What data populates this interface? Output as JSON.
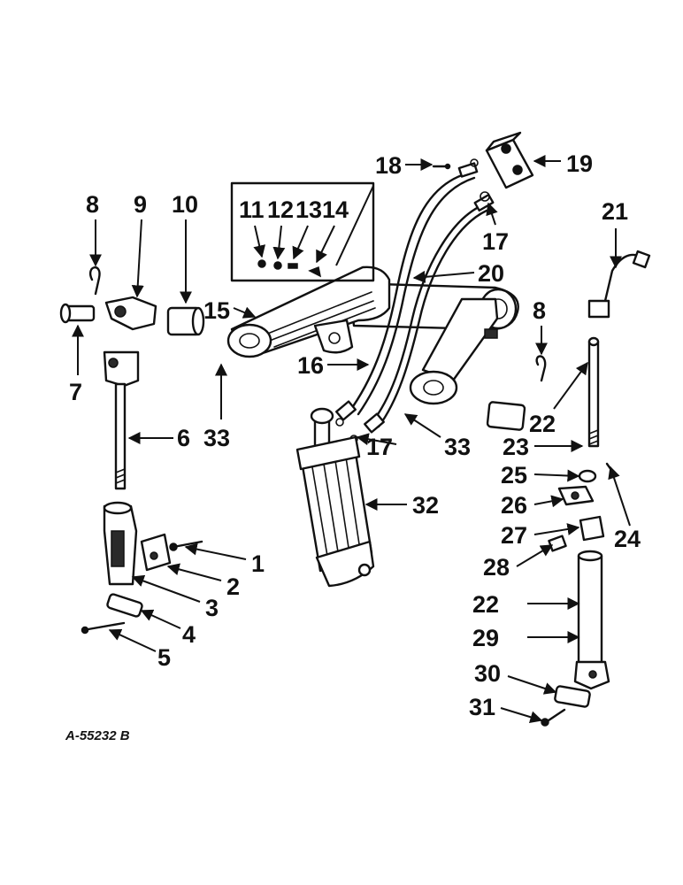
{
  "figure_code": "A-55232 B",
  "callouts": [
    "1",
    "2",
    "3",
    "4",
    "5",
    "6",
    "7",
    "8",
    "8",
    "9",
    "10",
    "11",
    "12",
    "13",
    "14",
    "15",
    "16",
    "17",
    "17",
    "18",
    "19",
    "20",
    "21",
    "22",
    "22",
    "22",
    "23",
    "24",
    "25",
    "26",
    "27",
    "28",
    "29",
    "30",
    "31",
    "32",
    "33",
    "33"
  ],
  "colors": {
    "ink": "#111111",
    "paper": "#ffffff"
  }
}
